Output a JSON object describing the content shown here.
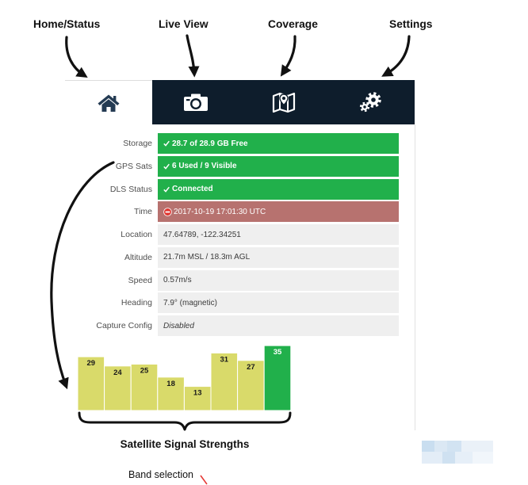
{
  "annotations": {
    "home_status": "Home/Status",
    "live_view": "Live View",
    "coverage": "Coverage",
    "settings": "Settings",
    "band_selection": "Band selection"
  },
  "nav": {
    "tabs": [
      {
        "icon": "home-icon",
        "active": true
      },
      {
        "icon": "camera-icon",
        "active": false
      },
      {
        "icon": "map-icon",
        "active": false
      },
      {
        "icon": "gears-icon",
        "active": false
      }
    ]
  },
  "colors": {
    "nav_bg": "#0e1d2c",
    "home_icon": "#243b53",
    "ok": "#21b04b",
    "error": "#b7726f",
    "neutral": "#efefef"
  },
  "status": {
    "rows": [
      {
        "label": "Storage",
        "icon": "check-icon",
        "value": "28.7 of 28.9 GB Free",
        "bg": "#21b04b",
        "fg": "#ffffff"
      },
      {
        "label": "GPS Sats",
        "icon": "check-icon",
        "value": "6 Used / 9 Visible",
        "bg": "#21b04b",
        "fg": "#ffffff"
      },
      {
        "label": "DLS Status",
        "icon": "check-icon",
        "value": "Connected",
        "bg": "#21b04b",
        "fg": "#ffffff"
      },
      {
        "label": "Time",
        "icon": "no-entry-icon",
        "value": "2017-10-19 17:01:30 UTC",
        "bg": "#b7726f",
        "fg": "#ffffff"
      },
      {
        "label": "Location",
        "value": "47.64789, -122.34251",
        "bg": "#efefef",
        "fg": "#3a3a3a"
      },
      {
        "label": "Altitude",
        "value": "21.7m MSL / 18.3m AGL",
        "bg": "#efefef",
        "fg": "#3a3a3a"
      },
      {
        "label": "Speed",
        "value": "0.57m/s",
        "bg": "#efefef",
        "fg": "#3a3a3a"
      },
      {
        "label": "Heading",
        "value": "7.9° (magnetic)",
        "bg": "#efefef",
        "fg": "#3a3a3a"
      },
      {
        "label": "Capture Config",
        "value": "Disabled",
        "bg": "#efefef",
        "fg": "#3a3a3a"
      }
    ]
  },
  "chart_data": {
    "type": "bar",
    "title": "Satellite Signal Strengths",
    "values": [
      29,
      24,
      25,
      18,
      13,
      31,
      27,
      35
    ],
    "bar_colors": [
      "#d9da6a",
      "#d9da6a",
      "#d9da6a",
      "#d9da6a",
      "#d9da6a",
      "#d9da6a",
      "#d9da6a",
      "#21b04b"
    ],
    "label_colors": [
      "#1a1a1a",
      "#1a1a1a",
      "#1a1a1a",
      "#1a1a1a",
      "#1a1a1a",
      "#1a1a1a",
      "#1a1a1a",
      "#ffffff"
    ]
  }
}
